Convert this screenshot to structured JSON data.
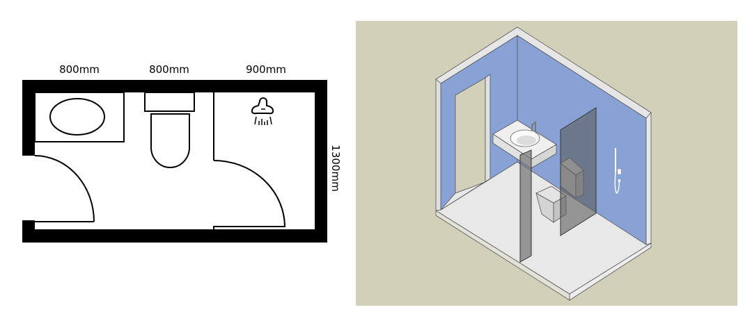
{
  "floor_plan": {
    "dimensions_top": [
      "800mm",
      "800mm",
      "900mm"
    ],
    "dimension_side": "1300mm",
    "fixtures": [
      "sink",
      "toilet",
      "shower"
    ]
  },
  "isometric_view": {
    "fixtures": [
      "door-opening",
      "sink",
      "toilet",
      "glass-shower-screen",
      "shower-head"
    ]
  },
  "colors": {
    "wall": "#000000",
    "background_iso": "#d2d0b9",
    "wall_face": "#88a2d5",
    "floor": "#e8e8e8",
    "wall_cap": "#e4e4e4"
  }
}
